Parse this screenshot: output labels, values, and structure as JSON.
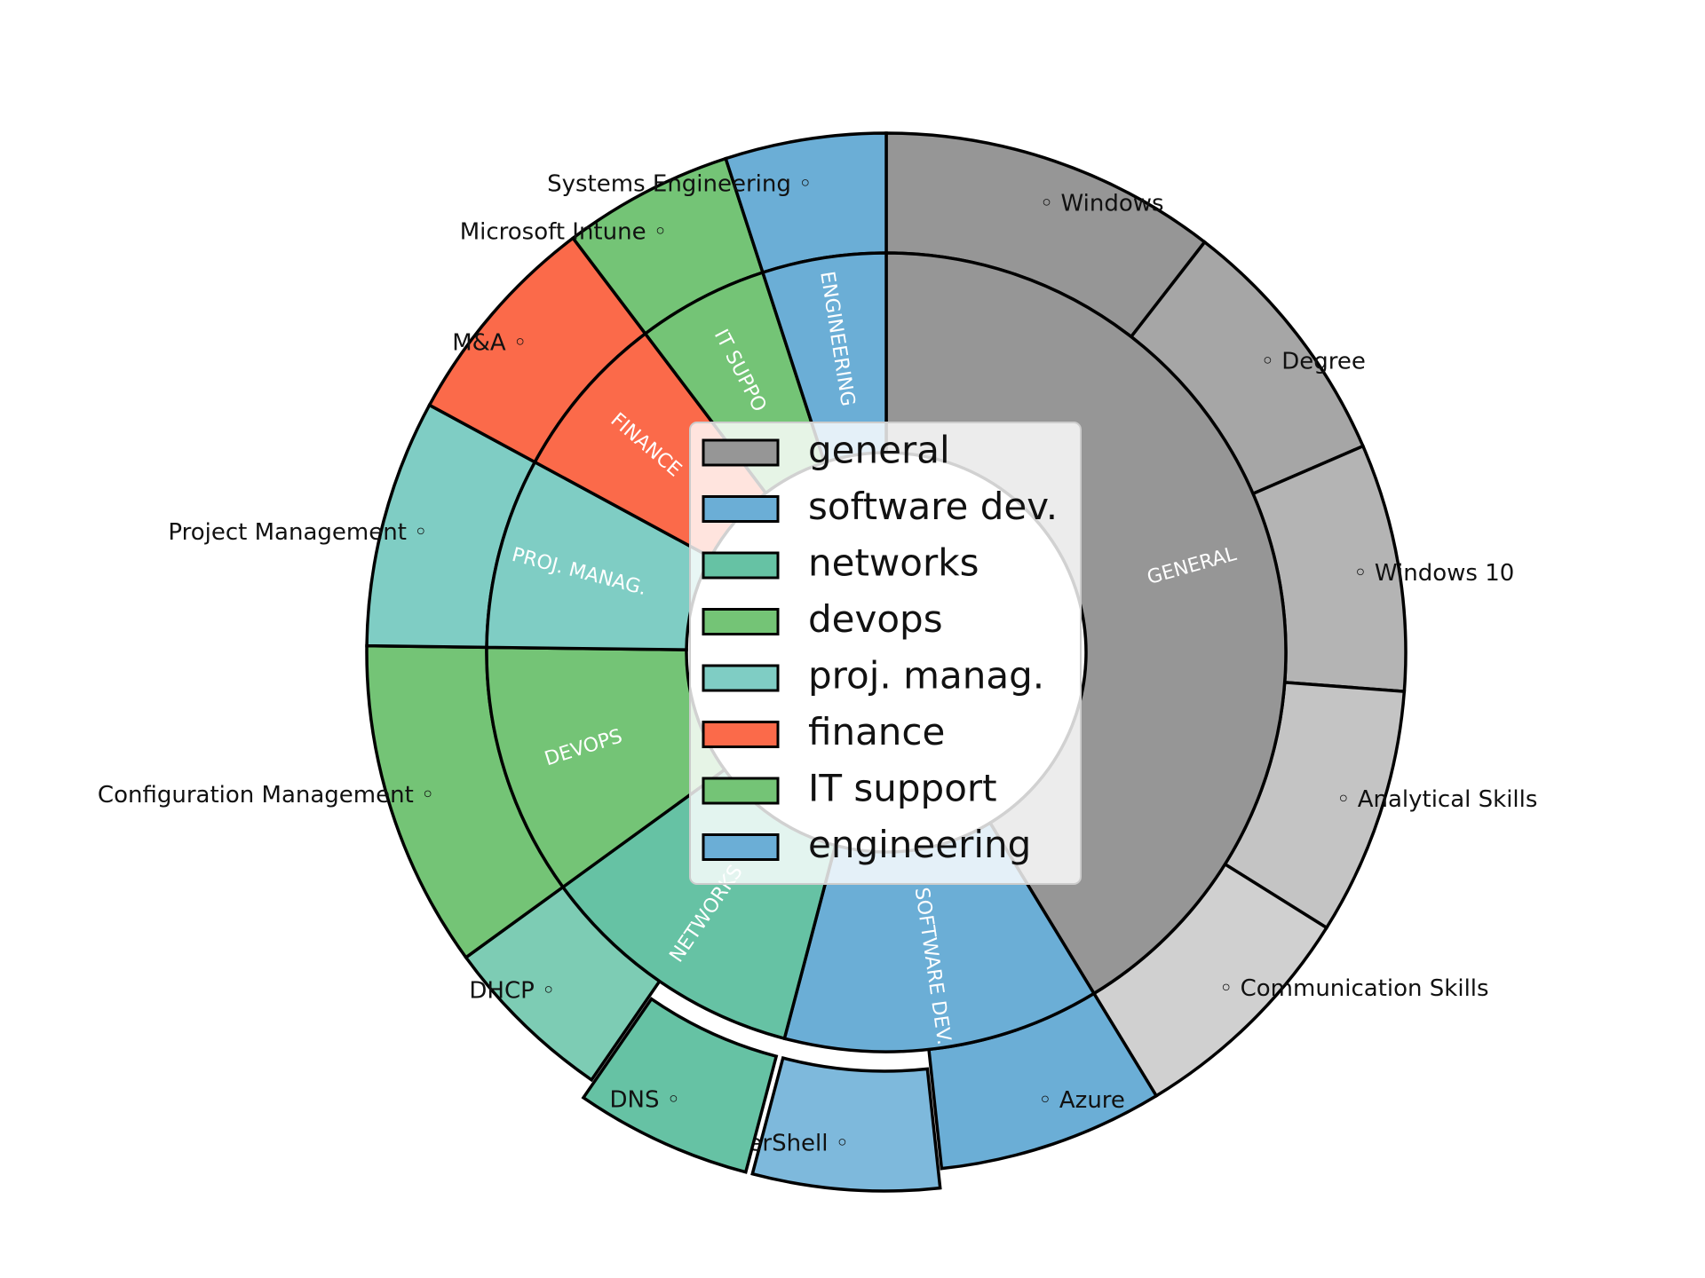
{
  "chart_data": {
    "type": "pie",
    "subtype": "nested-donut",
    "legend_placement": "center",
    "categories": [
      {
        "key": "general",
        "legend": "general",
        "label": "GENERAL",
        "color": "#969696"
      },
      {
        "key": "software",
        "legend": "software dev.",
        "label": "SOFTWARE DEV.",
        "color": "#6baed6"
      },
      {
        "key": "networks",
        "legend": "networks",
        "label": "NETWORKS",
        "color": "#66c2a4"
      },
      {
        "key": "devops",
        "legend": "devops",
        "label": "DEVOPS",
        "color": "#74c476"
      },
      {
        "key": "projmanag",
        "legend": "proj. manag.",
        "label": "PROJ. MANAG.",
        "color": "#7fcdc4"
      },
      {
        "key": "finance",
        "legend": "finance",
        "label": "FINANCE",
        "color": "#fb6a4a"
      },
      {
        "key": "itsupport",
        "legend": "IT support",
        "label": "IT SUPPO",
        "color": "#74c476"
      },
      {
        "key": "engineering",
        "legend": "engineering",
        "label": "ENGINEERING",
        "color": "#6baed6"
      }
    ],
    "inner_ring": [
      {
        "category": "general",
        "value": 41.3
      },
      {
        "category": "software",
        "value": 12.8
      },
      {
        "category": "networks",
        "value": 10.9
      },
      {
        "category": "devops",
        "value": 10.2
      },
      {
        "category": "projmanag",
        "value": 7.7
      },
      {
        "category": "finance",
        "value": 6.8
      },
      {
        "category": "itsupport",
        "value": 5.3
      },
      {
        "category": "engineering",
        "value": 5.0
      }
    ],
    "outer_ring": [
      {
        "label": "Windows",
        "category": "general",
        "value": 10.5,
        "color": "#969696",
        "explode": false
      },
      {
        "label": "Degree",
        "category": "general",
        "value": 8.0,
        "color": "#a6a6a6",
        "explode": false
      },
      {
        "label": "Windows 10",
        "category": "general",
        "value": 7.7,
        "color": "#b4b4b4",
        "explode": false
      },
      {
        "label": "Analytical Skills",
        "category": "general",
        "value": 7.7,
        "color": "#c4c4c4",
        "explode": false
      },
      {
        "label": "Communication Skills",
        "category": "general",
        "value": 7.4,
        "color": "#d0d0d0",
        "explode": false
      },
      {
        "label": "Azure",
        "category": "software",
        "value": 7.0,
        "color": "#6baed6",
        "explode": false
      },
      {
        "label": "PowerShell",
        "category": "software",
        "value": 5.8,
        "color": "#7eb9dc",
        "explode": true
      },
      {
        "label": "DNS",
        "category": "networks",
        "value": 5.5,
        "color": "#66c2a4",
        "explode": true
      },
      {
        "label": "DHCP",
        "category": "networks",
        "value": 5.4,
        "color": "#7dccb4",
        "explode": false
      },
      {
        "label": "Configuration Management",
        "category": "devops",
        "value": 10.2,
        "color": "#74c476",
        "explode": false
      },
      {
        "label": "Project Management",
        "category": "projmanag",
        "value": 7.7,
        "color": "#7fcdc4",
        "explode": false
      },
      {
        "label": "M&A",
        "category": "finance",
        "value": 6.8,
        "color": "#fb6a4a",
        "explode": false
      },
      {
        "label": "Microsoft Intune",
        "category": "itsupport",
        "value": 5.3,
        "color": "#74c476",
        "explode": false
      },
      {
        "label": "Systems Engineering",
        "category": "engineering",
        "value": 5.0,
        "color": "#6baed6",
        "explode": false
      }
    ]
  }
}
